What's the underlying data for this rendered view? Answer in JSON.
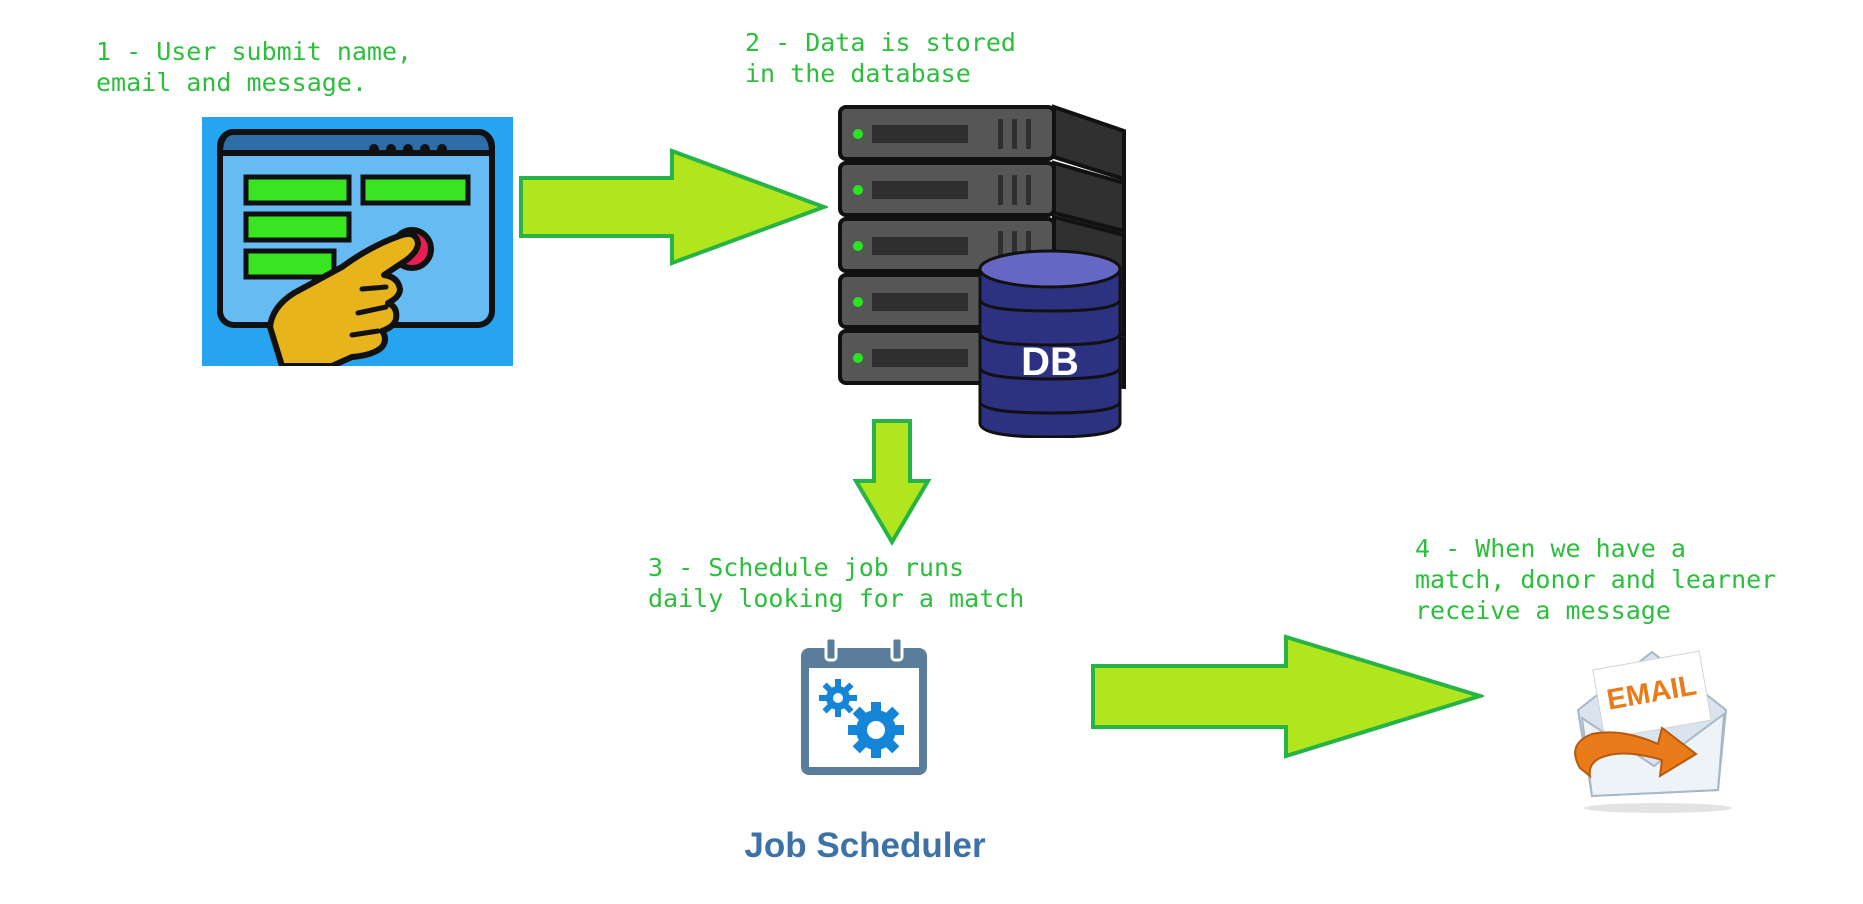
{
  "steps": {
    "step1": "1 - User submit name,\nemail and message.",
    "step2": "2 - Data is stored\nin the database",
    "step3": "3 - Schedule job runs\ndaily looking for a match",
    "step4": "4 - When we have a\nmatch, donor and learner\nreceive a message"
  },
  "icons": {
    "form": "web-form-click-icon",
    "server": "server-rack-database-icon",
    "scheduler": "calendar-gears-icon",
    "email": "email-envelope-icon",
    "arrow": "flow-arrow-icon"
  },
  "database_label": "DB",
  "scheduler_label": "Job Scheduler",
  "email_label": "EMAIL",
  "colors": {
    "text": "#2cbe3c",
    "arrow_fill": "#b1e51e",
    "arrow_stroke": "#27b446",
    "db": "#2d3182",
    "scheduler": "#3d72a7",
    "email_orange": "#ea7b1a"
  }
}
